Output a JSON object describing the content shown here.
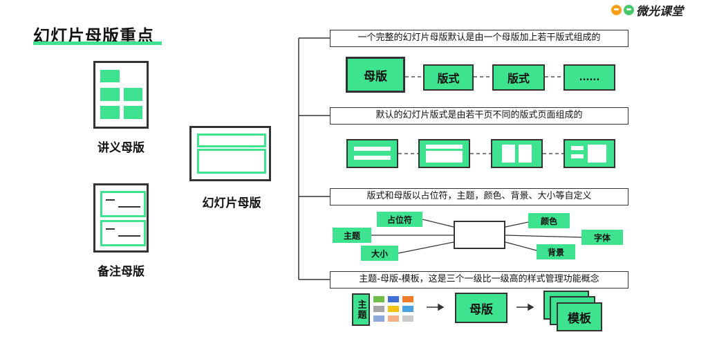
{
  "title": "幻灯片母版重点",
  "logo": {
    "text": "微光课堂"
  },
  "left": {
    "handout_label": "讲义母版",
    "notes_label": "备注母版",
    "slide_master_label": "幻灯片母版"
  },
  "sections": [
    {
      "caption": "一个完整的幻灯片母版默认是由一个母版加上若干版式组成的",
      "boxes": [
        "母版",
        "版式",
        "版式",
        "......"
      ]
    },
    {
      "caption": "默认的幻灯片版式是由若干页不同的版式页面组成的"
    },
    {
      "caption": "版式和母版以占位符，主题，颜色、背景、大小等自定义",
      "tags": {
        "placeholder": "占位符",
        "theme": "主题",
        "size": "大小",
        "color": "颜色",
        "font": "字体",
        "background": "背景"
      }
    },
    {
      "caption": "主题-母版-模板，这是三个一级比一级高的样式管理功能概念",
      "theme_label": "主题",
      "master_label": "母版",
      "template_label": "模板",
      "palette": [
        "#6fbf4a",
        "#3f6fd1",
        "#ef7d2b",
        "#a5a5a5",
        "#f2c30f",
        "#4aa3df",
        "#8fa9d8",
        "#f4b183",
        "#c9c9c9"
      ]
    }
  ],
  "colors": {
    "accent": "#3ee38f",
    "border": "#333333"
  }
}
